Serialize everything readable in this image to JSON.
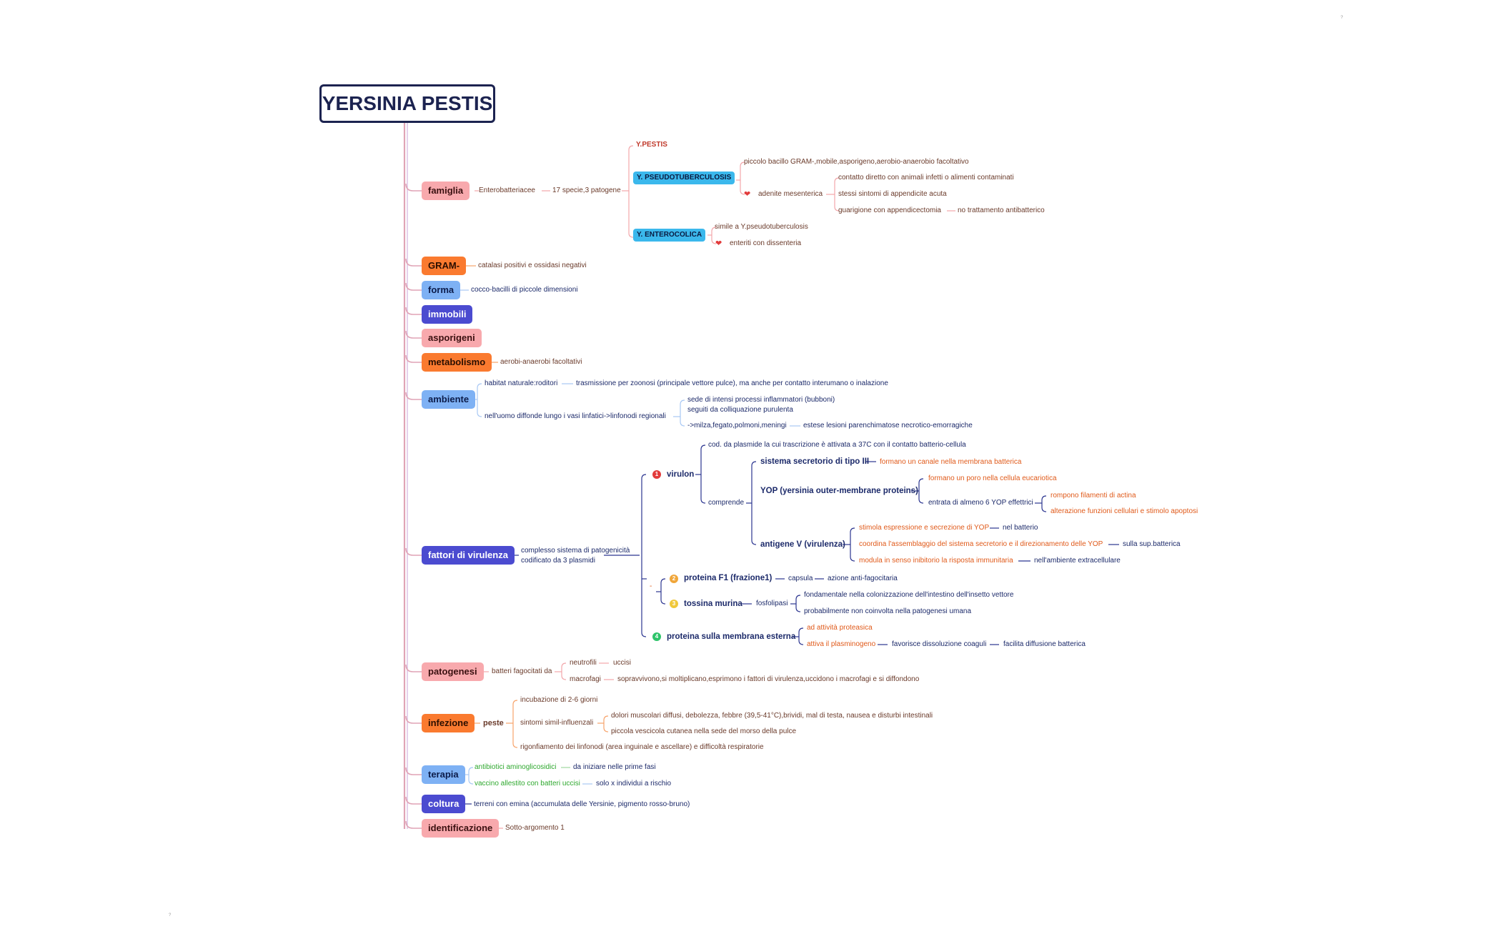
{
  "title": "YERSINIA PESTIS",
  "colors": {
    "trunk": "#e0a4b6",
    "pink_node": "#f8a9ad",
    "orange_node": "#fa7a2f",
    "blue_node": "#7eb1f4",
    "indigo_node": "#4b4bd0",
    "cyan_pill": "#3bb8ec",
    "dark_line": "#2b3590"
  },
  "icons": {
    "heart": "heart-icon",
    "number_badge": "number-badge-icon"
  },
  "branches": {
    "famiglia": {
      "label": "famiglia",
      "t1": "Enterobatteriacee",
      "t2": "17 specie,3 patogene",
      "ypestis": "Y.PESTIS",
      "ypseudo": "Y. PSEUDOTUBERCULOSIS",
      "ypseudo_desc": "piccolo bacillo GRAM-,mobile,asporigeno,aerobio-anaerobio facoltativo",
      "adenite": "adenite mesenterica",
      "adenite_1": "contatto diretto con animali infetti o alimenti contaminati",
      "adenite_2": "stessi sintomi di appendicite acuta",
      "adenite_3": "guarigione con appendicectomia",
      "adenite_3b": "no trattamento antibatterico",
      "yentero": "Y. ENTEROCOLICA",
      "yentero_1": "simile a Y.pseudotuberculosis",
      "yentero_2": "enteriti con dissenteria"
    },
    "gram": {
      "label": "GRAM-",
      "t1": "catalasi positivi e ossidasi negativi"
    },
    "forma": {
      "label": "forma",
      "t1": "cocco-bacilli di piccole dimensioni"
    },
    "immobili": {
      "label": "immobili"
    },
    "asporigeni": {
      "label": "asporigeni"
    },
    "metabolismo": {
      "label": "metabolismo",
      "t1": "aerobi-anaerobi facoltativi"
    },
    "ambiente": {
      "label": "ambiente",
      "t1": "habitat naturale:roditori",
      "t1b": "trasmissione per zoonosi (principale vettore pulce), ma anche per contatto interumano o inalazione",
      "t2": "nell'uomo diffonde lungo i vasi linfatici->linfonodi regionali",
      "t2a": "sede di intensi processi inflammatori (bubboni)",
      "t2a2": "seguiti da colliquazione purulenta",
      "t2b": "->milza,fegato,polmoni,meningi",
      "t2c": "estese lesioni parenchimatose necrotico-emorragiche"
    },
    "virulenza": {
      "label": "fattori di virulenza",
      "desc1": "complesso sistema di patogenicità",
      "desc2": "codificato da 3 plasmidi",
      "n1": "1",
      "virulon": "virulon",
      "virulon_desc": "cod. da plasmide la cui trascrizione è attivata a 37C con il contatto batterio-cellula",
      "comprende": "comprende",
      "sst3": "sistema secretorio di tipo III",
      "sst3_desc": "formano un canale nella membrana batterica",
      "yop": "YOP (yersinia outer-membrane proteins)",
      "yop_1": "formano un poro nella cellula eucariotica",
      "yop_2": "entrata di almeno 6 YOP effettrici",
      "yop_2a": "rompono filamenti di actina",
      "yop_2b": "alterazione funzioni cellulari e stimolo apoptosi",
      "antigenV": "antigene V (virulenza)",
      "av_1": "stimola espressione e secrezione di YOP",
      "av_1b": "nel batterio",
      "av_2": "coordina l'assemblaggio del sistema secretorio e il direzionamento delle YOP",
      "av_2b": "sulla sup.batterica",
      "av_3": "modula in senso inibitorio la risposta immunitaria",
      "av_3b": "nell'ambiente extracellulare",
      "dash": "-",
      "n2": "2",
      "f1": "proteina F1 (frazione1)",
      "f1_a": "capsula",
      "f1_b": "azione anti-fagocitaria",
      "n3": "3",
      "tossina": "tossina murina",
      "tox_a": "fosfolipasi",
      "tox_1": "fondamentale nella colonizzazione dell'intestino dell'insetto vettore",
      "tox_2": "probabilmente non coinvolta nella patogenesi umana",
      "n4": "4",
      "membrana": "proteina sulla membrana esterna",
      "mem_1": "ad attività proteasica",
      "mem_2": "attiva il plasminogeno",
      "mem_2b": "favorisce dissoluzione coaguli",
      "mem_2c": "facilita diffusione batterica"
    },
    "patogenesi": {
      "label": "patogenesi",
      "t1": "batteri fagocitati da",
      "neutro": "neutrofili",
      "neutro_b": "uccisi",
      "macro": "macrofagi",
      "macro_b": "sopravvivono,si moltiplicano,esprimono i fattori di virulenza,uccidono i macrofagi e si diffondono"
    },
    "infezione": {
      "label": "infezione",
      "peste": "peste",
      "p1": "incubazione di 2-6 giorni",
      "p2": "sintomi simil-influenzali",
      "p2a": "dolori muscolari diffusi, debolezza, febbre (39,5-41°C),brividi, mal di testa, nausea e disturbi intestinali",
      "p2b": "piccola vescicola cutanea nella sede del morso della pulce",
      "p3": "rigonfiamento dei linfonodi (area inguinale e ascellare) e difficoltà respiratorie"
    },
    "terapia": {
      "label": "terapia",
      "t1": "antibiotici aminoglicosidici",
      "t1b": "da iniziare nelle prime fasi",
      "t2": "vaccino allestito con batteri uccisi",
      "t2b": "solo x individui a rischio"
    },
    "coltura": {
      "label": "coltura",
      "t1": "terreni con emina (accumulata delle Yersinie, pigmento rosso-bruno)"
    },
    "identificazione": {
      "label": "identificazione",
      "t1": "Sotto-argomento 1"
    }
  },
  "corner_marks": {
    "top": "?",
    "bottom": "?"
  }
}
